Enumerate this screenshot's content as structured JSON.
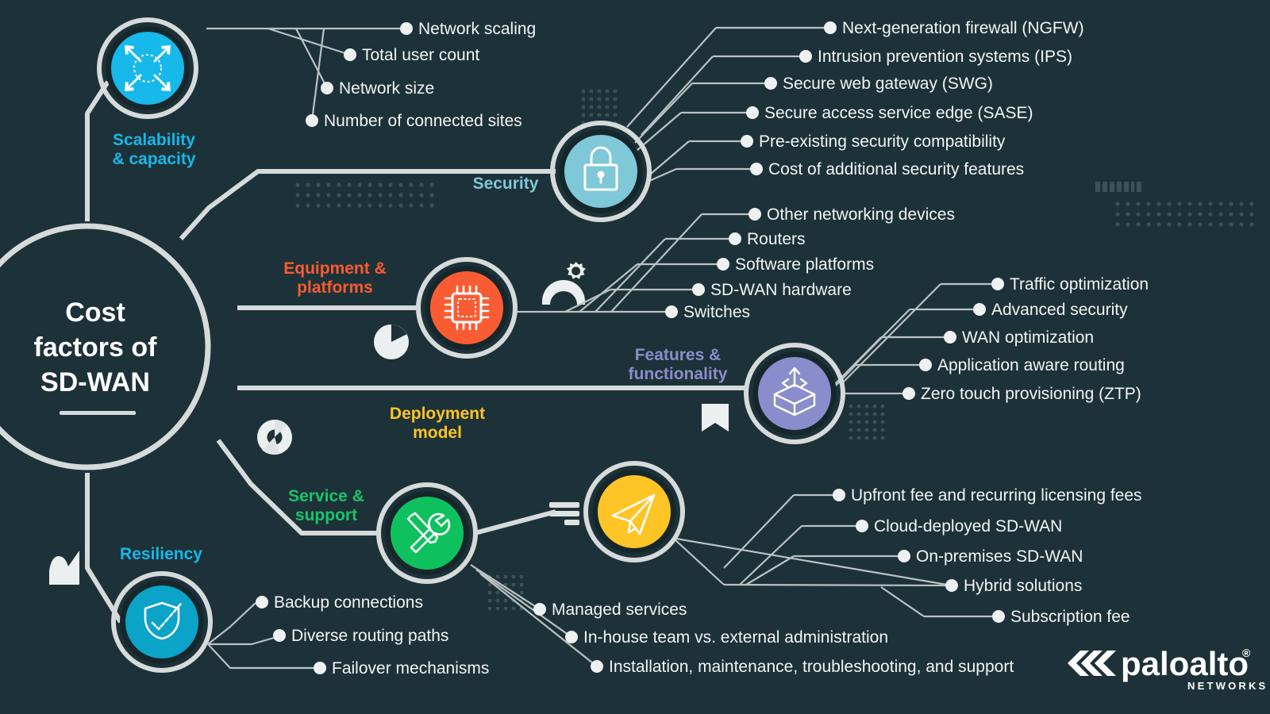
{
  "theme": {
    "background": "#1d3238",
    "connector": "#d6dadb",
    "leaf_line": "#b9c2c4",
    "leaf_dot": "#eef1f2",
    "leaf_text": "#f2f4f5",
    "ring_outer": "#d6dadb",
    "ring_inner": "#16272c",
    "decor": "#3a5158"
  },
  "hub": {
    "title_lines": [
      "Cost",
      "factors of",
      "SD-WAN"
    ],
    "underline": true
  },
  "branches": [
    {
      "id": "scalability",
      "label_lines": [
        "Scalability",
        "& capacity"
      ],
      "label_color": "#17b8ea",
      "node_color": "#17b8ea",
      "icon": "expand-arrows-icon",
      "leaves": [
        "Network scaling",
        "Total user count",
        "Network size",
        "Number of connected sites"
      ]
    },
    {
      "id": "security",
      "label_lines": [
        "Security"
      ],
      "label_color": "#7ec8d8",
      "node_color": "#7ec8d8",
      "icon": "lock-icon",
      "leaves": [
        "Next-generation firewall (NGFW)",
        "Intrusion prevention systems (IPS)",
        "Secure web gateway (SWG)",
        "Secure access service edge (SASE)",
        "Pre-existing security compatibility",
        "Cost of additional security features"
      ]
    },
    {
      "id": "equipment",
      "label_lines": [
        "Equipment &",
        "platforms"
      ],
      "label_color": "#fa5a32",
      "node_color": "#f95c33",
      "icon": "chip-icon",
      "leaves": [
        "Other networking devices",
        "Routers",
        "Software platforms",
        "SD-WAN hardware",
        "Switches"
      ]
    },
    {
      "id": "features",
      "label_lines": [
        "Features &",
        "functionality"
      ],
      "label_color": "#8a8dcb",
      "node_color": "#8a8dcb",
      "icon": "open-box-code-icon",
      "leaves": [
        "Traffic optimization",
        "Advanced security",
        "WAN optimization",
        "Application aware routing",
        "Zero touch provisioning (ZTP)"
      ]
    },
    {
      "id": "deployment",
      "label_lines": [
        "Deployment",
        "model"
      ],
      "label_color": "#ffc425",
      "node_color": "#ffc425",
      "icon": "paper-plane-icon",
      "leaves": [
        "Upfront fee and recurring licensing fees",
        "Cloud-deployed SD-WAN",
        "On-premises SD-WAN",
        "Hybrid solutions",
        "Subscription fee"
      ]
    },
    {
      "id": "service",
      "label_lines": [
        "Service &",
        "support"
      ],
      "label_color": "#19c46a",
      "node_color": "#0fc15e",
      "icon": "wrench-screwdriver-icon",
      "leaves": [
        "Managed services",
        "In-house team vs. external administration",
        "Installation, maintenance, troubleshooting, and support"
      ]
    },
    {
      "id": "resiliency",
      "label_lines": [
        "Resiliency"
      ],
      "label_color": "#17b8ea",
      "node_color": "#0ba3c7",
      "icon": "shield-check-icon",
      "leaves": [
        "Backup connections",
        "Diverse routing paths",
        "Failover mechanisms"
      ]
    }
  ],
  "logo": {
    "wordmark": "paloalto",
    "registered": "®",
    "subtitle": "NETWORKS"
  },
  "decorations": [
    {
      "name": "dot-grid-left",
      "type": "dot-grid"
    },
    {
      "name": "dot-grid-security",
      "type": "dot-grid"
    },
    {
      "name": "dot-grid-right",
      "type": "dot-grid"
    },
    {
      "name": "dot-grid-features",
      "type": "dot-grid"
    },
    {
      "name": "dot-grid-service",
      "type": "dot-grid"
    },
    {
      "name": "dash-bar-right",
      "type": "dash-bar"
    },
    {
      "name": "pie-chart-decor",
      "type": "pie"
    },
    {
      "name": "donut-decor",
      "type": "donut"
    },
    {
      "name": "gears-decor",
      "type": "gears"
    },
    {
      "name": "flag-decor",
      "type": "flag"
    },
    {
      "name": "list-bars-decor",
      "type": "list-bars"
    },
    {
      "name": "area-chart-decor",
      "type": "area-chart"
    }
  ]
}
